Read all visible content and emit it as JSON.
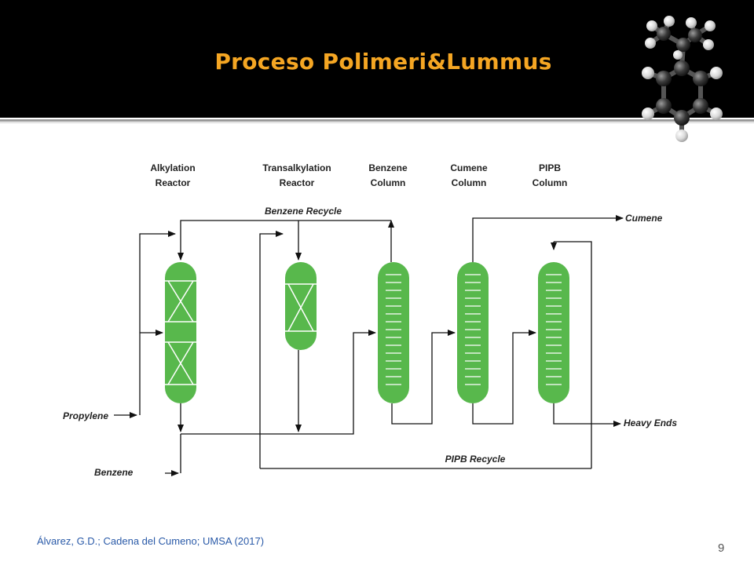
{
  "slide": {
    "title": "Proceso Polimeri&Lummus",
    "citation": "Álvarez, G.D.; Cadena del Cumeno; UMSA (2017)",
    "page_number": "9"
  },
  "diagram": {
    "units": [
      {
        "line1": "Alkylation",
        "line2": "Reactor"
      },
      {
        "line1": "Transalkylation",
        "line2": "Reactor"
      },
      {
        "line1": "Benzene",
        "line2": "Column"
      },
      {
        "line1": "Cumene",
        "line2": "Column"
      },
      {
        "line1": "PIPB",
        "line2": "Column"
      }
    ],
    "streams": {
      "benzene_recycle": "Benzene Recycle",
      "cumene": "Cumene",
      "propylene": "Propylene",
      "heavy_ends": "Heavy Ends",
      "benzene": "Benzene",
      "pipb_recycle": "PIPB Recycle"
    }
  },
  "colors": {
    "header_bg": "#000000",
    "title": "#f5a623",
    "vessel_green": "#58b84c",
    "citation": "#2a5aa8"
  }
}
